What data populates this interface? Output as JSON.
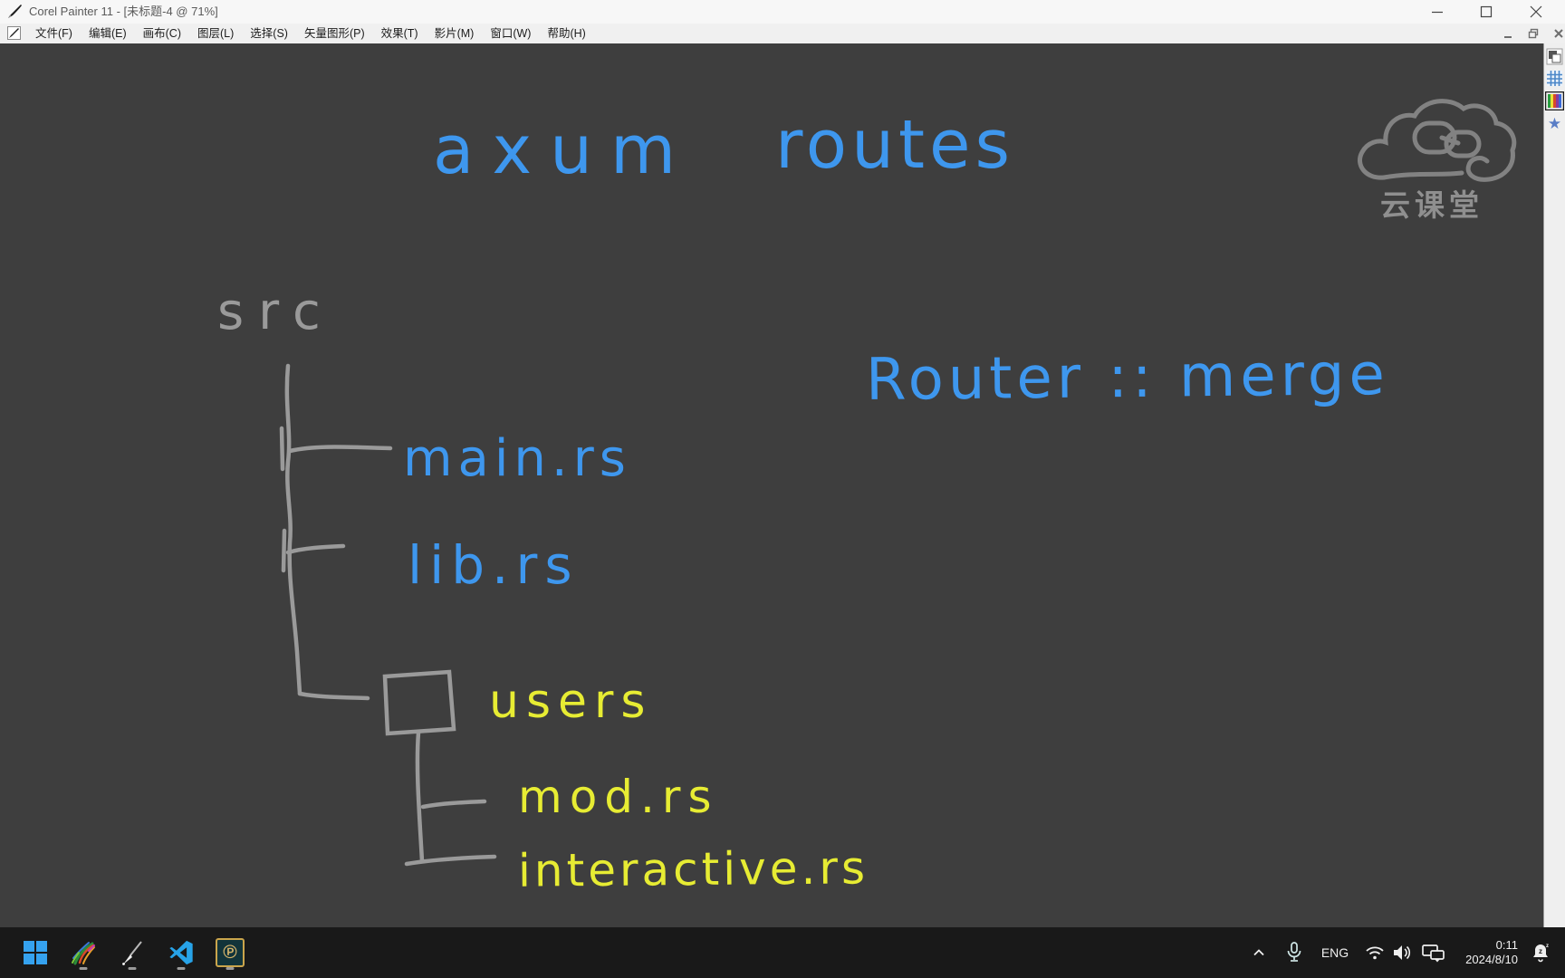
{
  "titlebar": {
    "title": "Corel Painter 11 - [未标题-4 @ 71%]"
  },
  "menubar": {
    "items": [
      "文件(F)",
      "编辑(E)",
      "画布(C)",
      "图层(L)",
      "选择(S)",
      "矢量图形(P)",
      "效果(T)",
      "影片(M)",
      "窗口(W)",
      "帮助(H)"
    ]
  },
  "drawing": {
    "heading_word1": "axum",
    "heading_word2": "routes",
    "router_note": "Router :: merge",
    "tree_root": "src",
    "file_main": "main.rs",
    "file_lib": "lib.rs",
    "folder_users": "users",
    "file_mod": "mod.rs",
    "file_interactive": "interactive.rs"
  },
  "watermark": {
    "label": "云课堂"
  },
  "taskbar": {
    "tray": {
      "language": "ENG",
      "time": "0:11",
      "date": "2024/8/10"
    }
  },
  "icons": {
    "corel_painter_glyph": "℗",
    "star_panel_glyph": "★"
  },
  "colors": {
    "ink_blue": "#3e97ee",
    "ink_yellow": "#e7ec33",
    "ink_gray": "#9a9a9a",
    "canvas_bg": "#3e3e3e",
    "taskbar_bg": "#191919",
    "windows_accent": "#35a2ef"
  }
}
